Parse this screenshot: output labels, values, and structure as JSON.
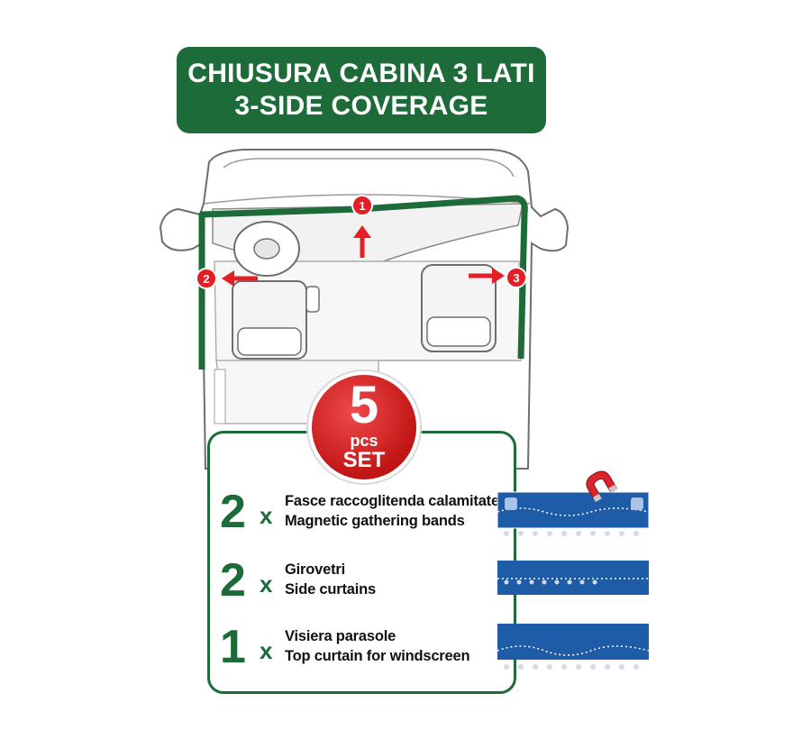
{
  "banner": {
    "line1": "CHIUSURA CABINA 3 LATI",
    "line2": "3-SIDE COVERAGE"
  },
  "markers": [
    "1",
    "2",
    "3"
  ],
  "badge": {
    "number": "5",
    "pcs": "pcs",
    "set": "SET"
  },
  "items": [
    {
      "qty": "2",
      "mult": "x",
      "it": "Fasce raccoglitenda calamitate",
      "en": "Magnetic gathering bands"
    },
    {
      "qty": "2",
      "mult": "x",
      "it": "Girovetri",
      "en": "Side curtains"
    },
    {
      "qty": "1",
      "mult": "x",
      "it": "Visiera parasole",
      "en": "Top curtain for windscreen"
    }
  ],
  "colors": {
    "green": "#1e6b3a",
    "red": "#e31e24",
    "curtain_blue": "#1f5ca8"
  }
}
